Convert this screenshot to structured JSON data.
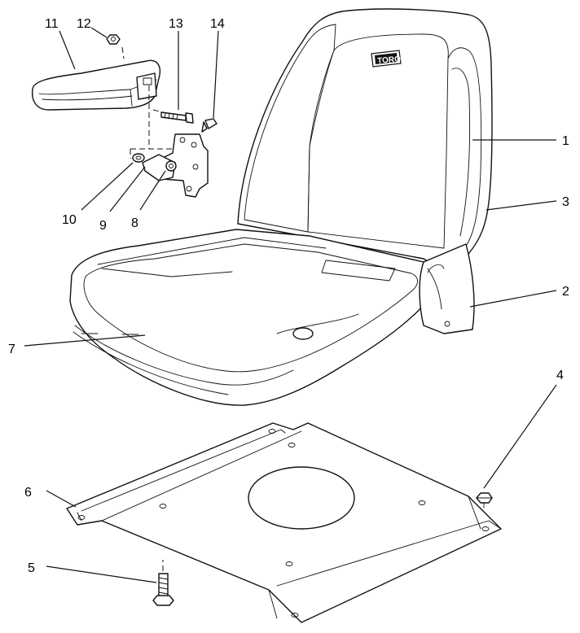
{
  "callouts": {
    "c1": "1",
    "c2": "2",
    "c3": "3",
    "c4": "4",
    "c5": "5",
    "c6": "6",
    "c7": "7",
    "c8": "8",
    "c9": "9",
    "c10": "10",
    "c11": "11",
    "c12": "12",
    "c13": "13",
    "c14": "14"
  },
  "seat_logo": "TORO"
}
